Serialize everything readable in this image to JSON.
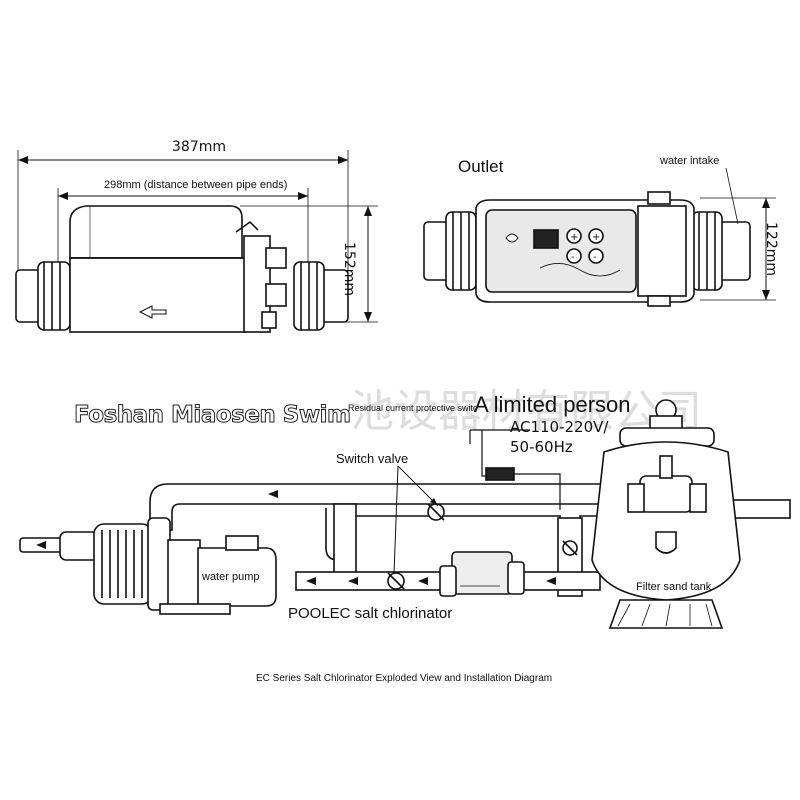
{
  "dimensions": {
    "overall_width": "387mm",
    "pipe_ends_distance": "298mm (distance between pipe ends)",
    "side_height": "152mm",
    "front_height": "122mm"
  },
  "labels": {
    "outlet": "Outlet",
    "water_intake": "water intake",
    "foshan": "Foshan Miaosen Swim",
    "residual_switch": "Residual current protective switch panel",
    "limited_person": "A limited person",
    "voltage_line1": "AC110-220V/",
    "voltage_line2": "50-60Hz",
    "switch_valve": "Switch valve",
    "water_pump": "water pump",
    "poolec": "POOLEC salt chlorinator",
    "filter_sand_tank": "Filter sand tank",
    "caption": "EC Series Salt Chlorinator Exploded View and Installation Diagram",
    "watermark": "池设器材有限公司"
  },
  "colors": {
    "line": "#111111",
    "fill": "#ffffff",
    "panel": "#e6e6e6",
    "watermark": "#d9d9d9"
  }
}
